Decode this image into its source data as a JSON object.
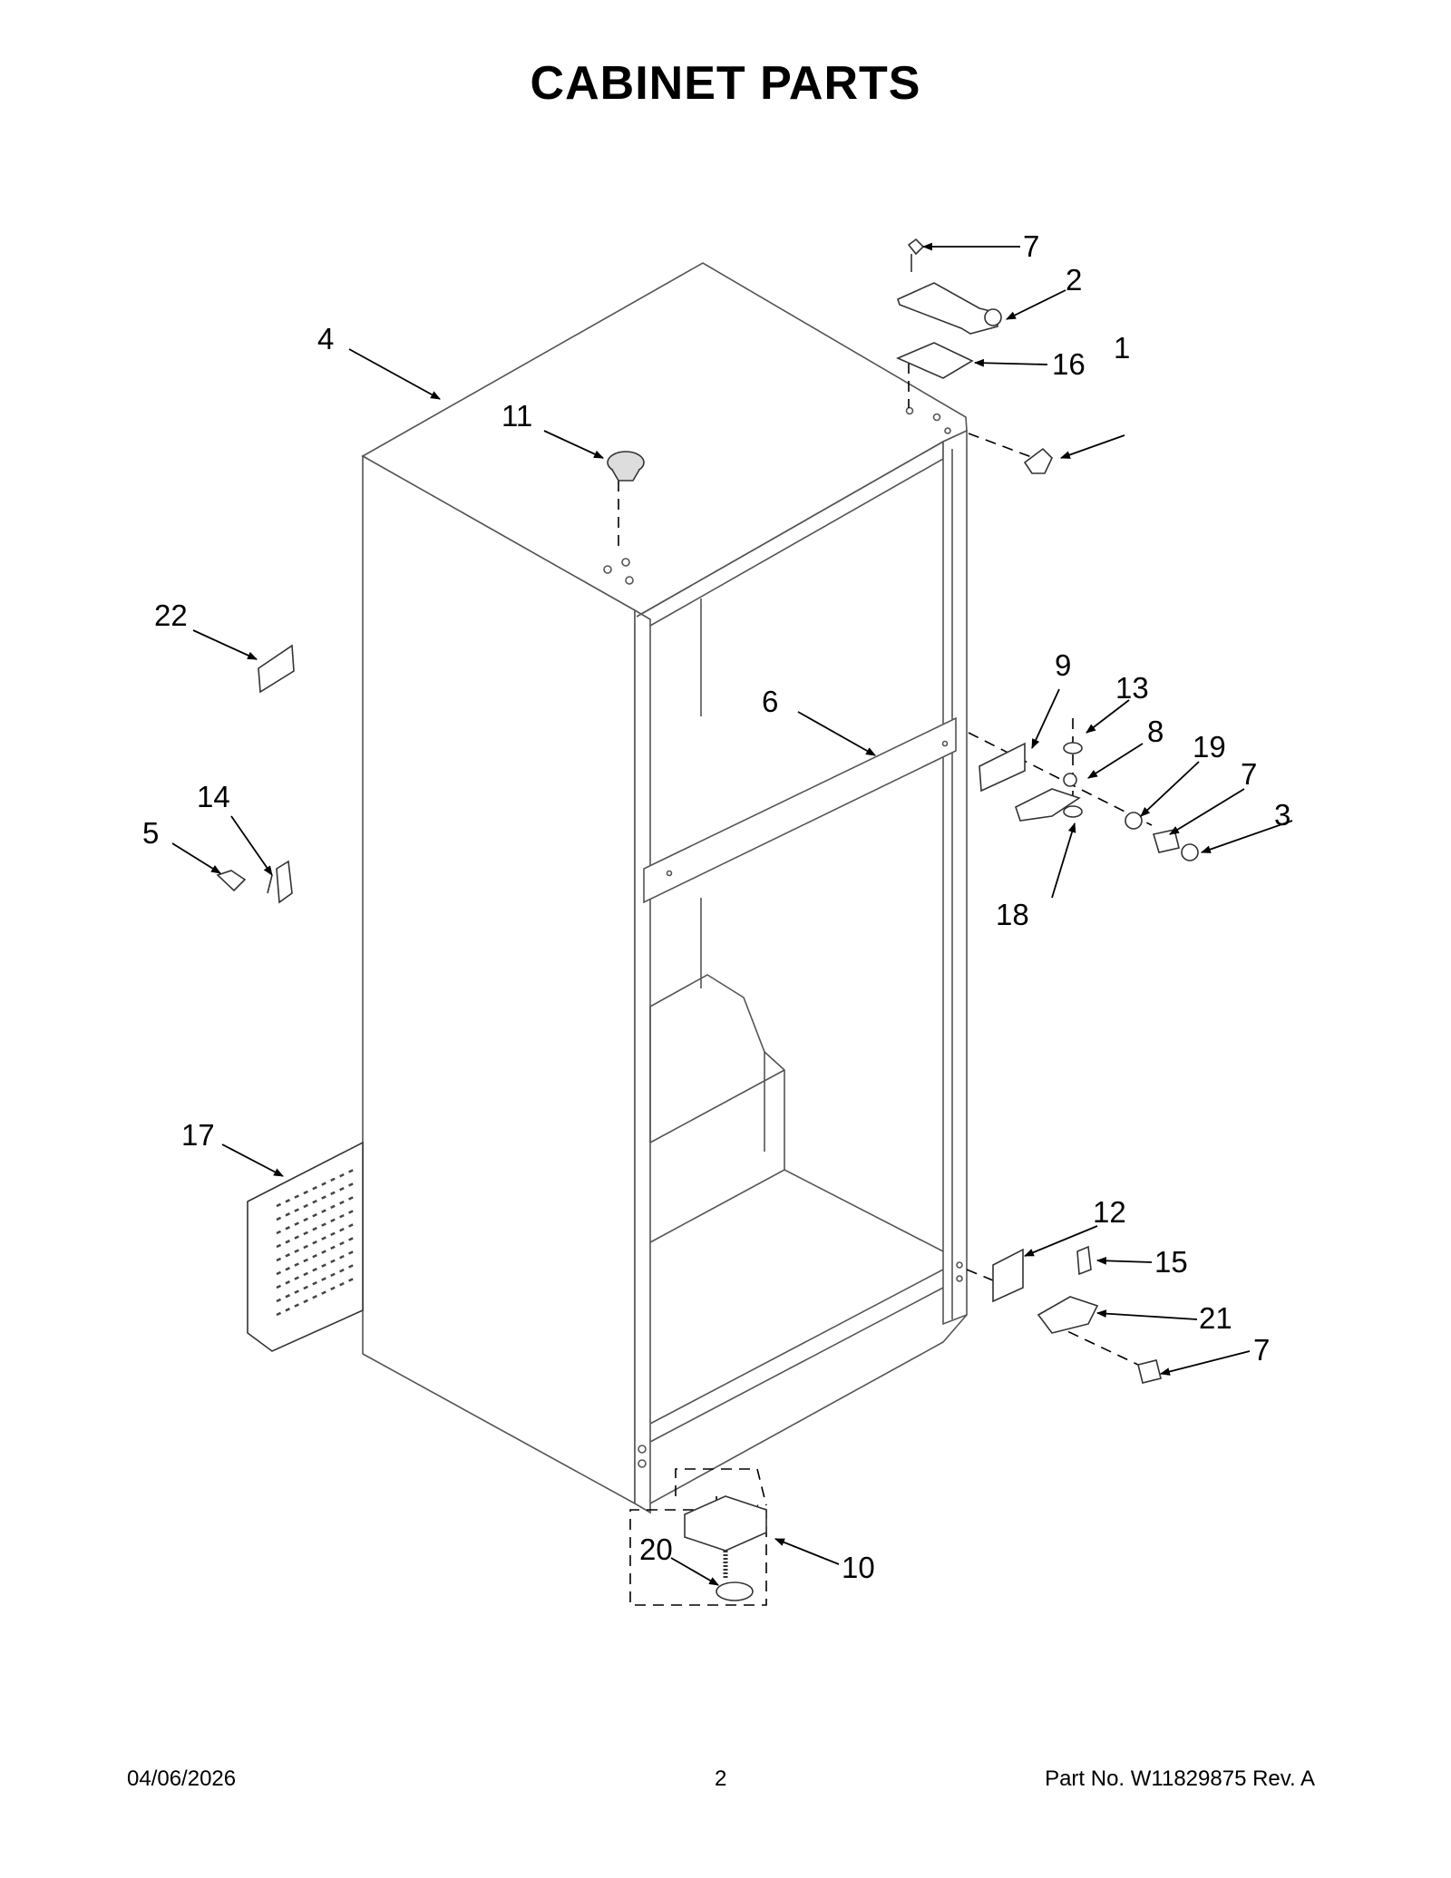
{
  "title": "CABINET PARTS",
  "callouts": [
    "1",
    "2",
    "3",
    "4",
    "5",
    "6",
    "7",
    "7",
    "7",
    "7",
    "8",
    "9",
    "10",
    "11",
    "12",
    "13",
    "14",
    "15",
    "16",
    "17",
    "18",
    "19",
    "20",
    "21",
    "22"
  ],
  "footer": {
    "date": "04/06/2026",
    "page": "2",
    "part": "Part No.  W11829875   Rev.  A"
  }
}
